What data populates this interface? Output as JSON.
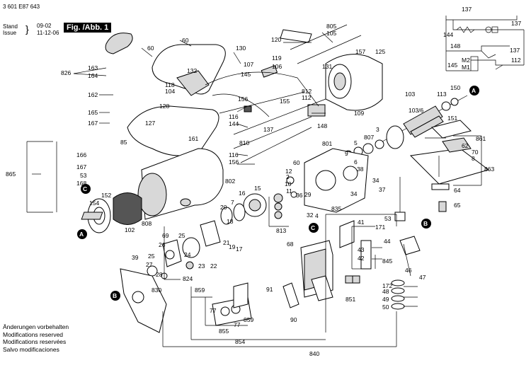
{
  "header": {
    "part_number": "3 601 E87 643",
    "stand_label": "Stand",
    "stand_value": "09-02",
    "issue_label": "Issue",
    "issue_value": "11-12-06",
    "figure": "Fig. /Abb. 1"
  },
  "footer": [
    "Änderungen vorbehalten",
    "Modifications reserved",
    "Modifications reservées",
    "Salvo modificaciones"
  ],
  "labels": {
    "l826": "826",
    "l163": "163",
    "l164": "164",
    "l162": "162",
    "l165": "165",
    "l167a": "167",
    "l85": "85",
    "l166": "166",
    "l167b": "167",
    "l53a": "53",
    "l168": "168",
    "lC1": "C",
    "l152": "152",
    "l154": "154",
    "lA1": "A",
    "l102": "102",
    "l865": "865",
    "l60a": "60",
    "l60b": "60",
    "l130": "130",
    "l119": "119",
    "l107": "107",
    "l106": "106",
    "l132": "132",
    "l145": "145",
    "l118": "118",
    "l104": "104",
    "l128": "128",
    "l127": "127",
    "l161": "161",
    "l156a": "156",
    "l155": "155",
    "l116a": "116",
    "l144": "144",
    "l137a": "137",
    "l148": "148",
    "l810": "810",
    "l116b": "116",
    "l156b": "156",
    "l120": "120",
    "l805": "805",
    "l105": "105",
    "l131": "131",
    "l157": "157",
    "l125": "125",
    "l812": "812",
    "l112a": "112",
    "l109": "109",
    "l137b": "137",
    "l137c": "137",
    "l144b": "144",
    "l148b": "148",
    "lM2": "M2",
    "lM1": "M1",
    "l145b": "145",
    "l112b": "112",
    "l103": "103",
    "l113": "113",
    "l150": "150",
    "lA2": "A",
    "l1036": "103/6",
    "l151": "151",
    "l861": "861",
    "l62": "62",
    "l70": "70",
    "l8": "8",
    "l863": "863",
    "l64": "64",
    "l65": "65",
    "l801": "801",
    "l9": "9",
    "l5": "5",
    "l6": "6",
    "l807": "807",
    "l3": "3",
    "l60c": "60",
    "l38": "38",
    "l34a": "34",
    "l37": "37",
    "l34b": "34",
    "l835": "835",
    "l32": "32",
    "l29": "29",
    "l36": "36",
    "l12": "12",
    "l2": "2",
    "l10": "10",
    "l11": "11",
    "l15": "15",
    "l16": "16",
    "l802": "802",
    "l7": "7",
    "l20": "20",
    "l18": "18",
    "l808": "808",
    "l813": "813",
    "l69": "69",
    "l26": "26",
    "l25a": "25",
    "l25b": "25",
    "l27": "27",
    "l24": "24",
    "l28": "28",
    "l21": "21",
    "l19": "19",
    "l17": "17",
    "l23": "23",
    "l22": "22",
    "l824": "824",
    "l39": "39",
    "l830": "830",
    "lB1": "B",
    "l68": "68",
    "lC2": "C",
    "l4": "4",
    "l41": "41",
    "l171": "171",
    "l53b": "53",
    "lB2": "B",
    "l44": "44",
    "l43": "43",
    "l42": "42",
    "l845": "845",
    "l46": "46",
    "l47": "47",
    "l172": "172",
    "l48": "48",
    "l49": "49",
    "l50": "50",
    "l859a": "859",
    "l91": "91",
    "l77a": "77",
    "l77b": "77",
    "l859b": "859",
    "l855": "855",
    "l90": "90",
    "l851": "851",
    "l854": "854",
    "l840": "840"
  }
}
